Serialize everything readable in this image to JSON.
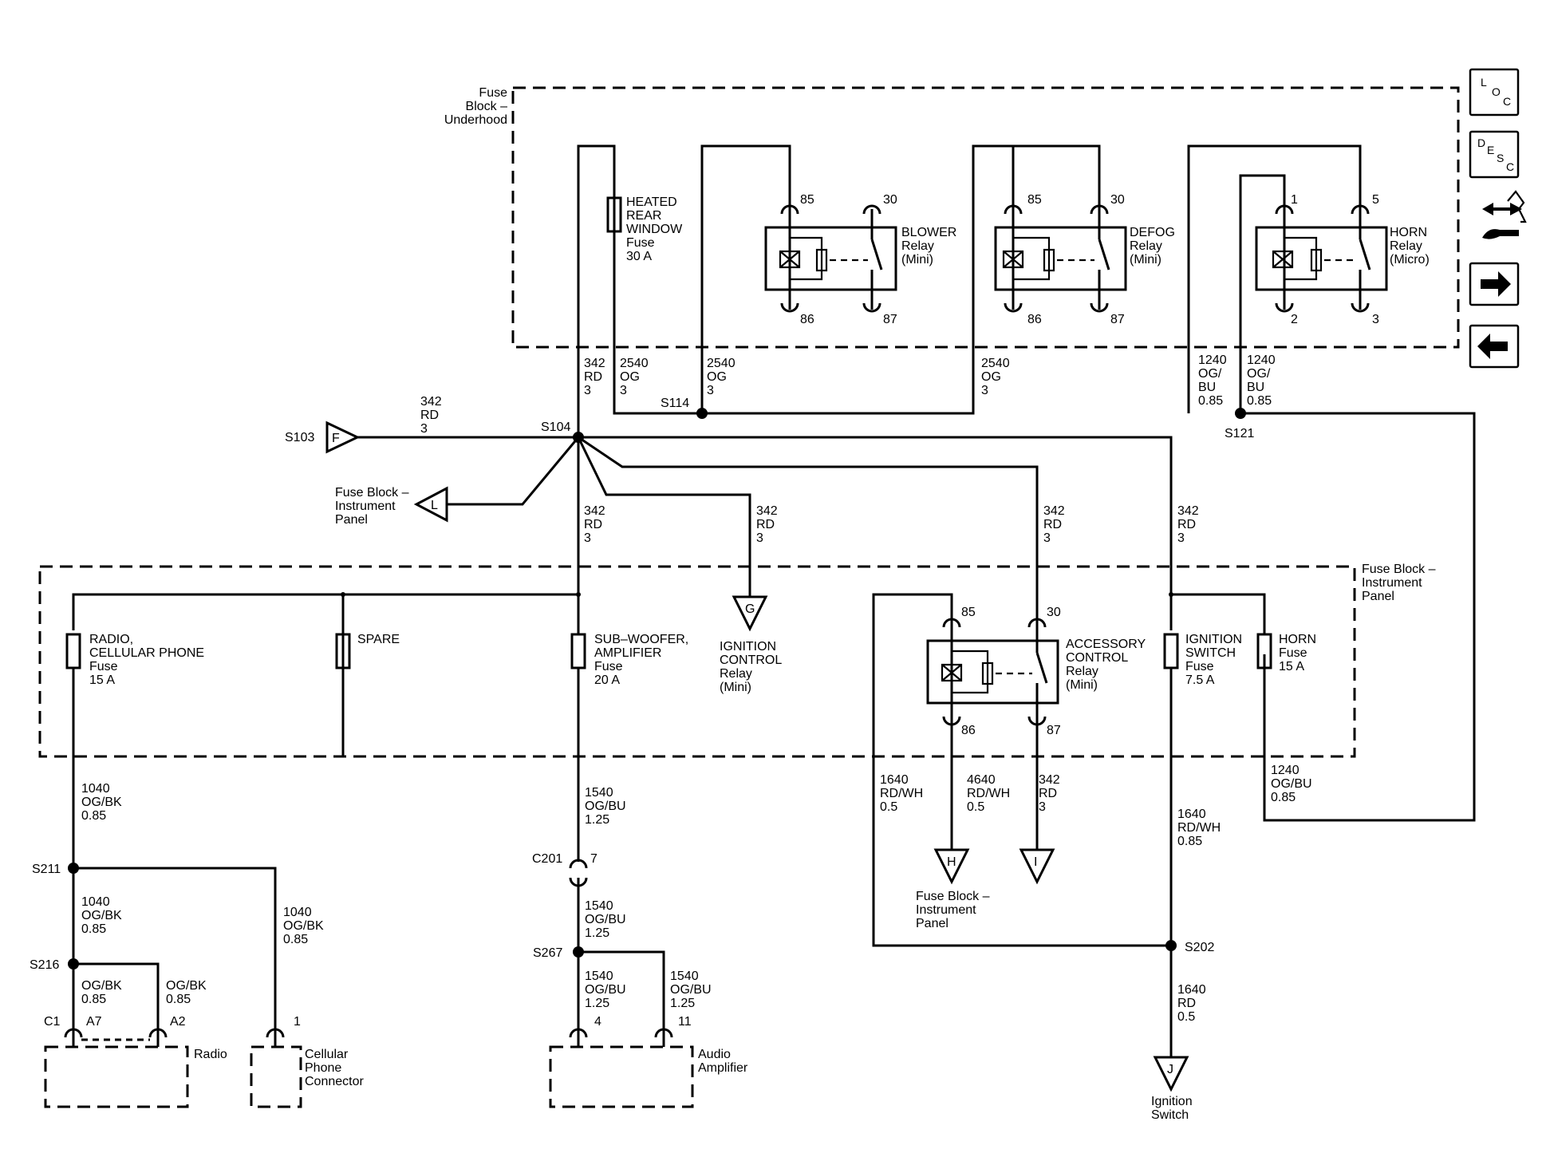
{
  "fuse_blocks": {
    "underhood": [
      "Fuse",
      "Block –",
      "Underhood"
    ],
    "instrument_panel": [
      "Fuse Block –",
      "Instrument",
      "Panel"
    ]
  },
  "fuses": {
    "heated_rear_window": [
      "HEATED",
      "REAR",
      "WINDOW",
      "Fuse",
      "30 A"
    ],
    "radio": [
      "RADIO,",
      "CELLULAR PHONE",
      "Fuse",
      "15 A"
    ],
    "spare": [
      "SPARE"
    ],
    "subwoofer": [
      "SUB–WOOFER,",
      "AMPLIFIER",
      "Fuse",
      "20 A"
    ],
    "ignition_switch": [
      "IGNITION",
      "SWITCH",
      "Fuse",
      "7.5 A"
    ],
    "horn": [
      "HORN",
      "Fuse",
      "15 A"
    ]
  },
  "relays": {
    "blower": {
      "label": [
        "BLOWER",
        "Relay",
        "(Mini)"
      ],
      "pins": [
        "85",
        "30",
        "86",
        "87"
      ]
    },
    "defog": {
      "label": [
        "DEFOG",
        "Relay",
        "(Mini)"
      ],
      "pins": [
        "85",
        "30",
        "86",
        "87"
      ]
    },
    "horn": {
      "label": [
        "HORN",
        "Relay",
        "(Micro)"
      ],
      "pins": [
        "1",
        "5",
        "2",
        "3"
      ]
    },
    "accessory": {
      "label": [
        "ACCESSORY",
        "CONTROL",
        "Relay",
        "(Mini)"
      ],
      "pins": [
        "85",
        "30",
        "86",
        "87"
      ]
    }
  },
  "splices": {
    "s103": "S103",
    "s104": "S104",
    "s114": "S114",
    "s121": "S121",
    "s202": "S202",
    "s211": "S211",
    "s216": "S216",
    "s267": "S267"
  },
  "connectors": {
    "c201": "C201",
    "c201_pin": "7",
    "c1": "C1"
  },
  "wires": {
    "w342_top": [
      "342",
      "RD",
      "3"
    ],
    "w2540_a": [
      "2540",
      "OG",
      "3"
    ],
    "w2540_b": [
      "2540",
      "OG",
      "3"
    ],
    "w2540_c": [
      "2540",
      "OG",
      "3"
    ],
    "w1240_a": [
      "1240",
      "OG/",
      "BU",
      "0.85"
    ],
    "w1240_b": [
      "1240",
      "OG/",
      "BU",
      "0.85"
    ],
    "w342_s103": [
      "342",
      "RD",
      "3"
    ],
    "w342_mid": [
      "342",
      "RD",
      "3"
    ],
    "w342_g": [
      "342",
      "RD",
      "3"
    ],
    "w342_acc": [
      "342",
      "RD",
      "3"
    ],
    "w342_ign": [
      "342",
      "RD",
      "3"
    ],
    "w1040_a": [
      "1040",
      "OG/BK",
      "0.85"
    ],
    "w1040_b": [
      "1040",
      "OG/BK",
      "0.85"
    ],
    "w1040_c": [
      "1040",
      "OG/BK",
      "0.85"
    ],
    "wogbk_a": [
      "OG/BK",
      "0.85"
    ],
    "wogbk_b": [
      "OG/BK",
      "0.85"
    ],
    "w1540_a": [
      "1540",
      "OG/BU",
      "1.25"
    ],
    "w1540_b": [
      "1540",
      "OG/BU",
      "1.25"
    ],
    "w1540_c": [
      "1540",
      "OG/BU",
      "1.25"
    ],
    "w1540_d": [
      "1540",
      "OG/BU",
      "1.25"
    ],
    "w1640_a": [
      "1640",
      "RD/WH",
      "0.5"
    ],
    "w4640": [
      "4640",
      "RD/WH",
      "0.5"
    ],
    "w342_i": [
      "342",
      "RD",
      "3"
    ],
    "w1640_b": [
      "1640",
      "RD/WH",
      "0.85"
    ],
    "w1640_c": [
      "1640",
      "RD",
      "0.5"
    ],
    "w1240_c": [
      "1240",
      "OG/BU",
      "0.85"
    ]
  },
  "offpage": {
    "f": {
      "letter": "F"
    },
    "l": {
      "letter": "L",
      "label": [
        "Fuse Block –",
        "Instrument",
        "Panel"
      ]
    },
    "g": {
      "letter": "G",
      "label": [
        "IGNITION",
        "CONTROL",
        "Relay",
        "(Mini)"
      ]
    },
    "h": {
      "letter": "H",
      "label": [
        "Fuse Block –",
        "Instrument",
        "Panel"
      ]
    },
    "i": {
      "letter": "I"
    },
    "j": {
      "letter": "J",
      "label": [
        "Ignition",
        "Switch"
      ]
    }
  },
  "components": {
    "radio": {
      "label": "Radio",
      "pins": [
        "A7",
        "A2"
      ]
    },
    "cellular": {
      "label": [
        "Cellular",
        "Phone",
        "Connector"
      ],
      "pin": "1"
    },
    "amplifier": {
      "label": [
        "Audio",
        "Amplifier"
      ],
      "pins": [
        "4",
        "11"
      ]
    }
  },
  "nav": {
    "loc": [
      "L",
      "O",
      "C"
    ],
    "desc": [
      "D",
      "E",
      "S",
      "C"
    ],
    "icons": [
      "loc-button",
      "desc-button",
      "connector-wrench-icon",
      "arrow-right-icon",
      "arrow-left-icon"
    ]
  }
}
